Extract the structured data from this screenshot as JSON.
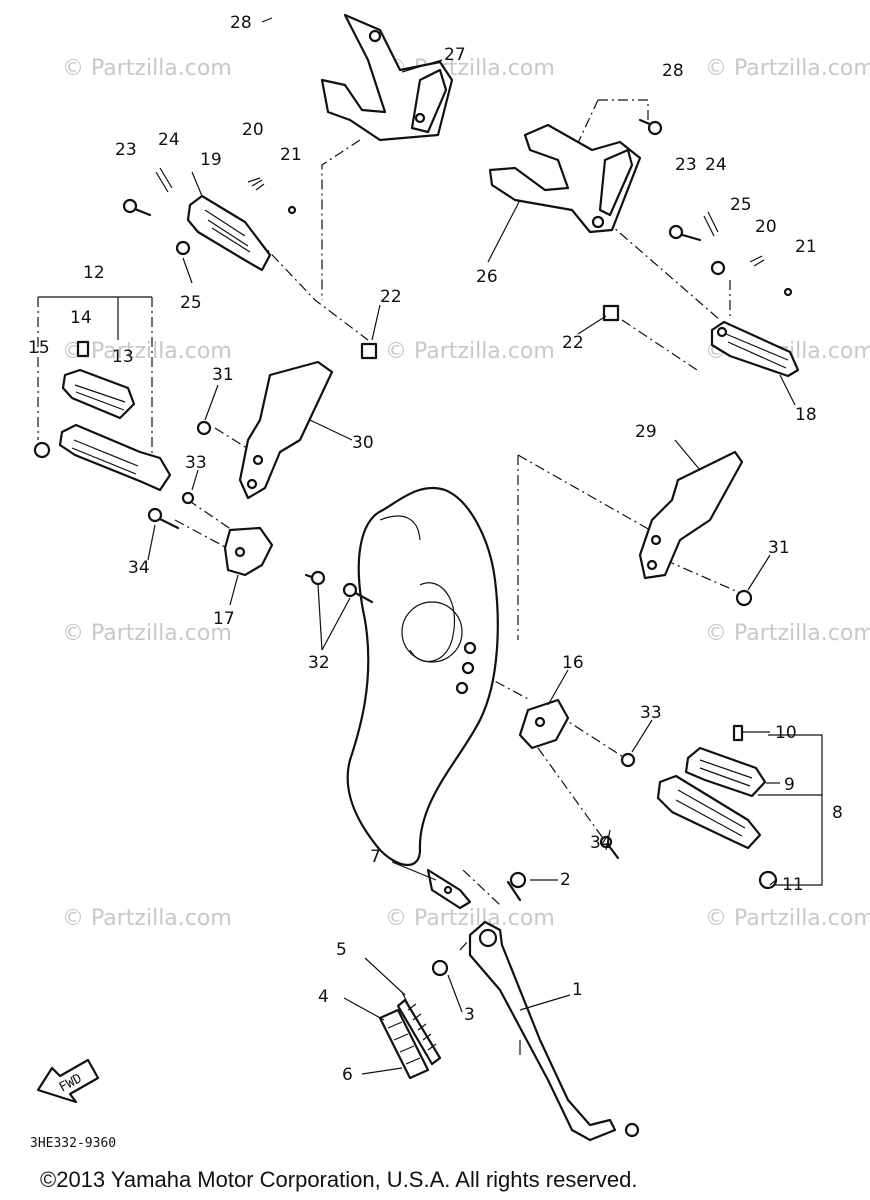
{
  "watermark": "© Partzilla.com",
  "diagram_code": "3HE332-9360",
  "copyright": "©2013 Yamaha Motor Corporation, U.S.A. All rights reserved.",
  "fwd_label": "FWD",
  "callouts": {
    "c1": "1",
    "c2": "2",
    "c3": "3",
    "c4": "4",
    "c5": "5",
    "c6": "6",
    "c7": "7",
    "c8": "8",
    "c9": "9",
    "c10": "10",
    "c11": "11",
    "c12": "12",
    "c13": "13",
    "c14": "14",
    "c15": "15",
    "c16": "16",
    "c17": "17",
    "c18": "18",
    "c19": "19",
    "c20a": "20",
    "c20b": "20",
    "c21a": "21",
    "c21b": "21",
    "c22a": "22",
    "c22b": "22",
    "c23a": "23",
    "c23b": "23",
    "c24a": "24",
    "c24b": "24",
    "c25a": "25",
    "c25b": "25",
    "c26": "26",
    "c27": "27",
    "c28a": "28",
    "c28b": "28",
    "c29": "29",
    "c30": "30",
    "c31a": "31",
    "c31b": "31",
    "c32": "32",
    "c33a": "33",
    "c33b": "33",
    "c34a": "34",
    "c34b": "34"
  }
}
